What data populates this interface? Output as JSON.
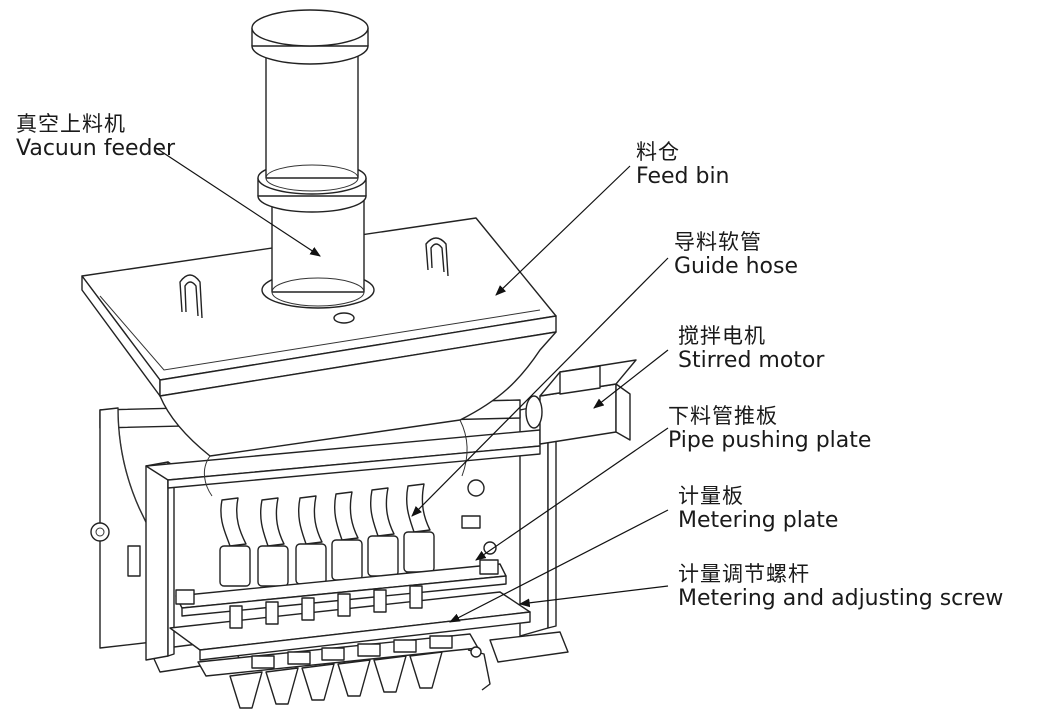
{
  "labels": {
    "vacuum_feeder": {
      "zh": "真空上料机",
      "en": "Vacuun feeder"
    },
    "feed_bin": {
      "zh": "料仓",
      "en": "Feed bin"
    },
    "guide_hose": {
      "zh": "导料软管",
      "en": "Guide hose"
    },
    "stirred_motor": {
      "zh": "搅拌电机",
      "en": "Stirred motor"
    },
    "pipe_pushing_plate": {
      "zh": "下料管推板",
      "en": "Pipe pushing plate"
    },
    "metering_plate": {
      "zh": "计量板",
      "en": "Metering plate"
    },
    "adjusting_screw": {
      "zh": "计量调节螺杆",
      "en": "Metering and adjusting screw"
    }
  },
  "colors": {
    "line": "#222222",
    "background": "#ffffff",
    "text": "#1a1a1a"
  }
}
